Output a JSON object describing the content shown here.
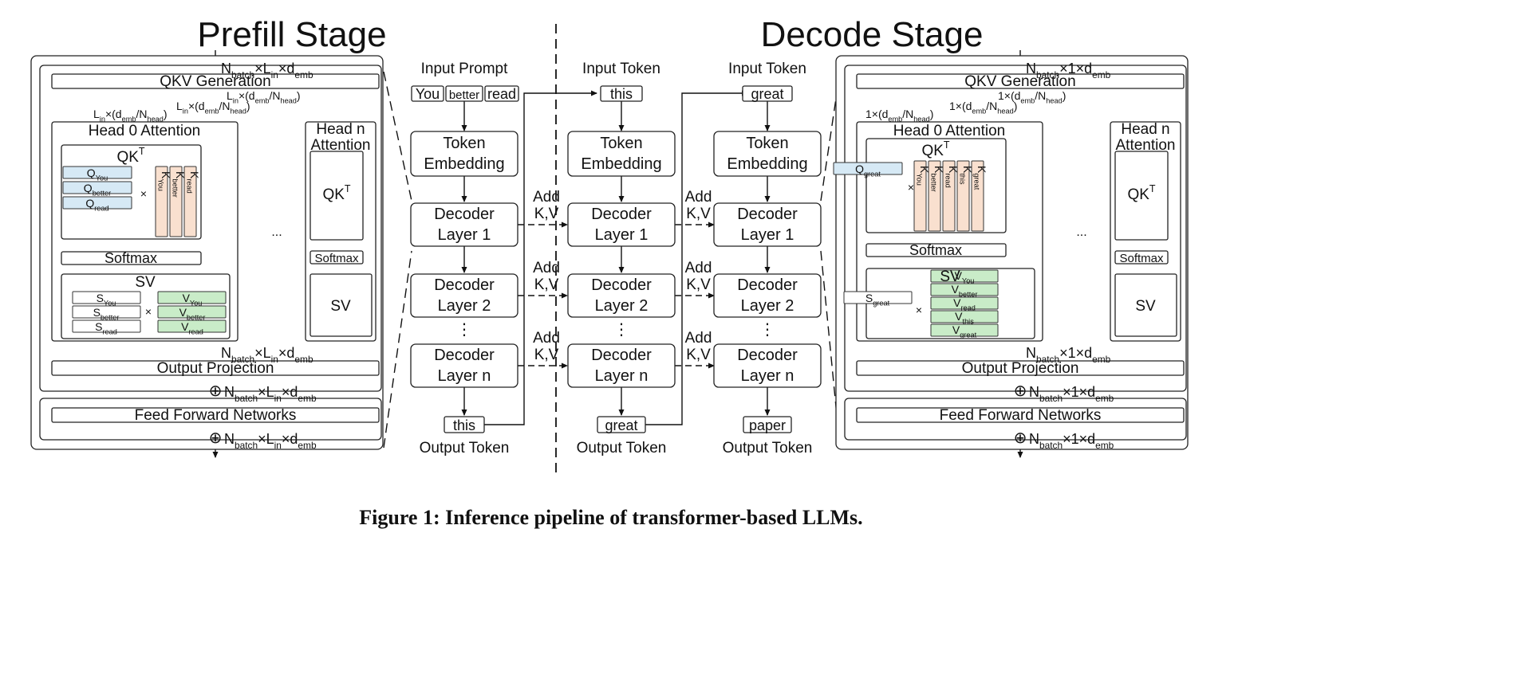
{
  "titles": {
    "prefill": "Prefill Stage",
    "decode": "Decode Stage"
  },
  "caption": "Figure 1: Inference pipeline of transformer-based LLMs.",
  "common": {
    "N": "N",
    "batch": "batch",
    "L": "L",
    "in": "in",
    "d": "d",
    "emb": "emb",
    "head": "head",
    "times": "×",
    "one": "1",
    "open": "(",
    "slash": "/",
    "close": ")",
    "T": "T",
    "plus": "⊕",
    "dots": "...",
    "vdots": "⋮",
    "qkv": "QKV Generation",
    "head0": "Head 0 Attention",
    "headn1": "Head n",
    "headn2": "Attention",
    "qk": "QK",
    "softmax": "Softmax",
    "sv": "SV",
    "outproj": "Output Projection",
    "ffn": "Feed Forward Networks",
    "Q": "Q",
    "K": "K",
    "V": "V",
    "S": "S"
  },
  "prefill_tokens": [
    "You",
    "better",
    "read"
  ],
  "decode_tokens": [
    "You",
    "better",
    "read",
    "this",
    "great"
  ],
  "decode_query": "great",
  "pipeline": {
    "col1": {
      "header": "Input Prompt",
      "inputs": [
        "You",
        "better",
        "read"
      ],
      "output": "this",
      "footer": "Output Token"
    },
    "col2": {
      "header": "Input Token",
      "inputs": [
        "this"
      ],
      "output": "great",
      "footer": "Output Token"
    },
    "col3": {
      "header": "Input Token",
      "inputs": [
        "great"
      ],
      "output": "paper",
      "footer": "Output Token"
    },
    "token_emb_1": "Token",
    "token_emb_2": "Embedding",
    "decoder": "Decoder",
    "layers": [
      "Layer 1",
      "Layer 2",
      "Layer n"
    ],
    "add_1": "Add",
    "add_2": "K,V"
  },
  "colors": {
    "blue": "#4ba3c7",
    "orange": "#e9883a",
    "green": "#8cc152",
    "q_fill": "#d6e9f5",
    "k_fill": "#f9e0cf",
    "v_fill": "#c9ecc8"
  }
}
